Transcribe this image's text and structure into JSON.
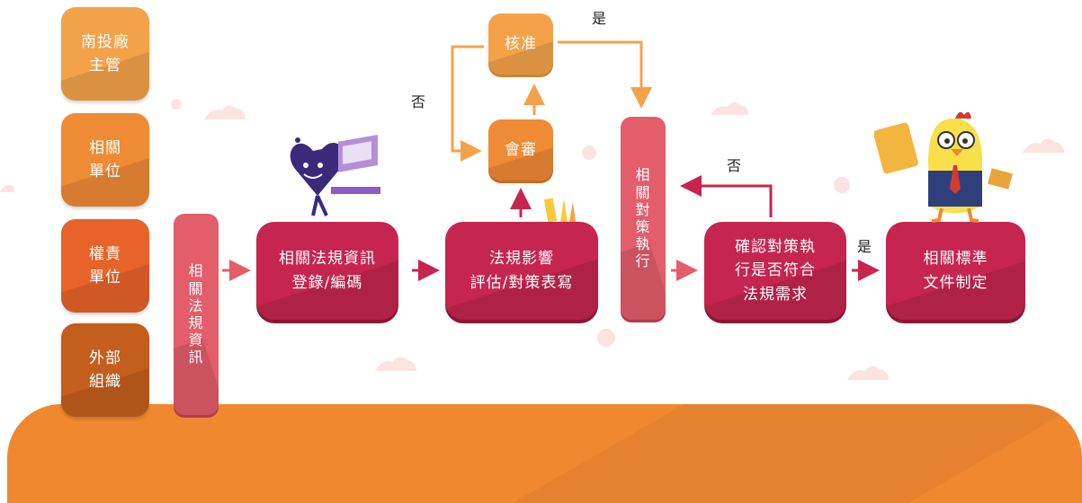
{
  "sources": [
    {
      "text": "南投廠\n主管",
      "color": "#f4a24a"
    },
    {
      "text": "相關\n單位",
      "color": "#ef8a35"
    },
    {
      "text": "權責\n單位",
      "color": "#e8632a"
    },
    {
      "text": "外部\n組織",
      "color": "#c45e1d"
    }
  ],
  "steps": {
    "info_bar": "相\n關\n法\n規\n資\n訊",
    "register": "相關法規資訊\n登錄/編碼",
    "assess": "法規影響\n評估/對策表寫",
    "review": "會審",
    "approve": "核准",
    "execute": "相\n關\n對\n策\n執\n行",
    "confirm": "確認對策執\n行是否符合\n法規需求",
    "standard": "相關標準\n文件制定"
  },
  "labels": {
    "yes_top": "是",
    "no_left": "否",
    "no_right": "否",
    "yes_right": "是"
  },
  "colors": {
    "arrow": "#e35d6a",
    "loop_line": "#f4a24a",
    "ground": "#f0882f"
  }
}
